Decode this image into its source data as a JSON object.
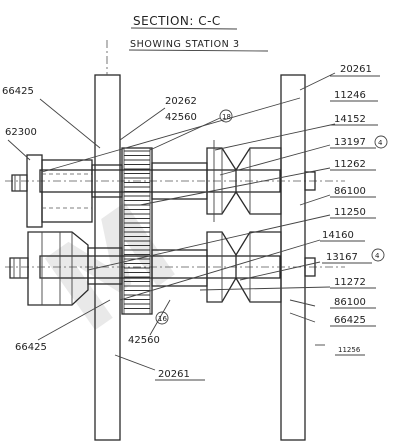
{
  "title": "SECTION: C-C",
  "subtitle": "SHOWING STATION 3",
  "parts": {
    "frame_right_top": "20261",
    "p66425_top_left": "66425",
    "p20262": "20262",
    "p11246": "11246",
    "p42560_top": "42560",
    "p42560_top_tag": "18",
    "p62300": "62300",
    "p14152": "14152",
    "p13197": "13197",
    "p13197_tag": "4",
    "p11262": "11262",
    "p86100_top": "86100",
    "p11250": "11250",
    "p14160": "14160",
    "p13167": "13167",
    "p13167_tag": "4",
    "p11272": "11272",
    "p86100_bottom": "86100",
    "p66425_bottom_right": "66425",
    "p11256": "11256",
    "p66425_bottom_left": "66425",
    "p42560_bottom_tag": "16",
    "p42560_bottom": "42560",
    "frame_bottom": "20261"
  }
}
